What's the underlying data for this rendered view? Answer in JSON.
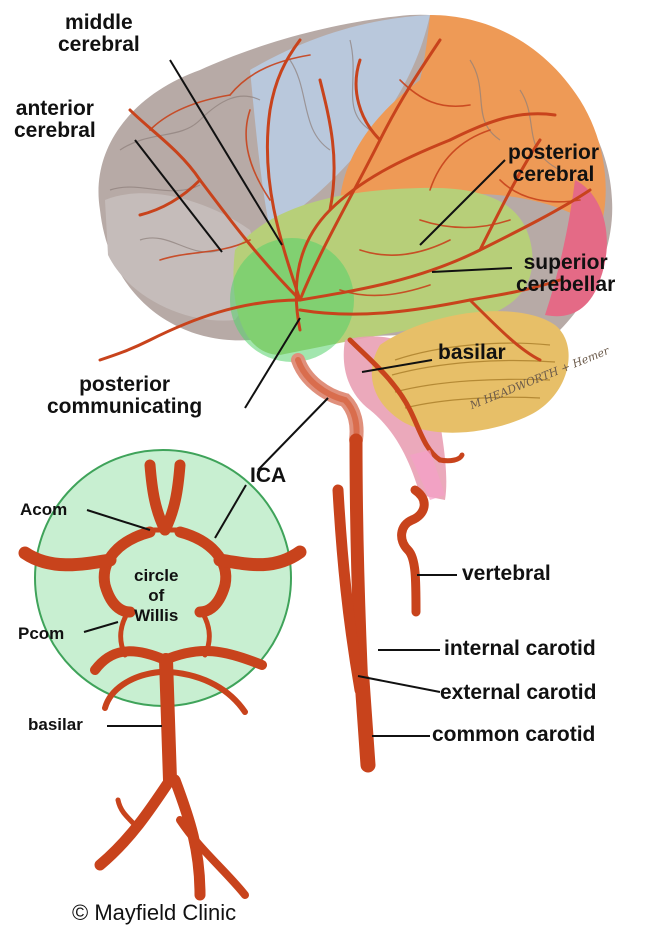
{
  "labels": {
    "middle_cerebral": [
      "middle",
      "cerebral"
    ],
    "anterior_cerebral": [
      "anterior",
      "cerebral"
    ],
    "posterior_cerebral": [
      "posterior",
      "cerebral"
    ],
    "superior_cerebellar": [
      "superior",
      "cerebellar"
    ],
    "basilar_top": "basilar",
    "posterior_communicating": [
      "posterior",
      "communicating"
    ],
    "ica": "ICA",
    "acom": "Acom",
    "circle_of_willis": [
      "circle",
      "of",
      "Willis"
    ],
    "pcom": "Pcom",
    "basilar_bottom": "basilar",
    "vertebral": "vertebral",
    "internal_carotid": "internal carotid",
    "external_carotid": "external carotid",
    "common_carotid": "common carotid"
  },
  "credit": "© Mayfield Clinic",
  "signature": "M HEADWORTH + Hemer",
  "colors": {
    "artery": "#c8431c",
    "artery_dark": "#9e2d0c",
    "frontal_lobe": "#b7aaa6",
    "parietal_lobe": "#b9c8dc",
    "occipital_lobe": "#ee9a56",
    "temporal_lobe": "#b7cf79",
    "insula_highlight": "#56d16b",
    "cerebellum": "#e7bf68",
    "brainstem": "#e9a0b4",
    "circle_bg": "#c8efd1",
    "circle_border": "#3fa35a"
  }
}
